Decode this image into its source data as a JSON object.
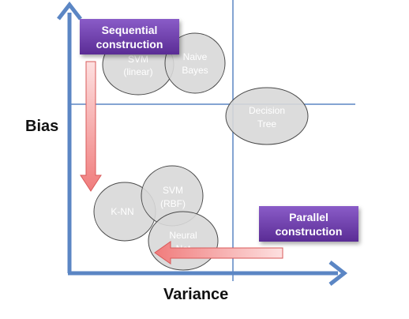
{
  "axes": {
    "y_label": "Bias",
    "x_label": "Variance"
  },
  "callouts": {
    "sequential": {
      "line1": "Sequential",
      "line2": "construction"
    },
    "parallel": {
      "line1": "Parallel",
      "line2": "construction"
    }
  },
  "models": {
    "svm_linear": {
      "line1": "SVM",
      "line2": "(linear)"
    },
    "naive_bayes": {
      "line1": "Naive",
      "line2": "Bayes"
    },
    "decision_tree": {
      "line1": "Decision",
      "line2": "Tree"
    },
    "knn": {
      "line1": "K-NN"
    },
    "svm_rbf": {
      "line1": "SVM",
      "line2": "(RBF)"
    },
    "neural_net": {
      "line1": "Neural",
      "line2": "Net"
    }
  },
  "colors": {
    "axis": "#5b86c4",
    "divider": "#5b86c4",
    "ellipse_fill": "#d8d8d8",
    "ellipse_stroke": "#4a4a4a",
    "model_text": "#ffffff",
    "arrow_fill": "#f7a8a8",
    "arrow_stroke": "#d85a5a",
    "callout": "#6a3aa8"
  }
}
